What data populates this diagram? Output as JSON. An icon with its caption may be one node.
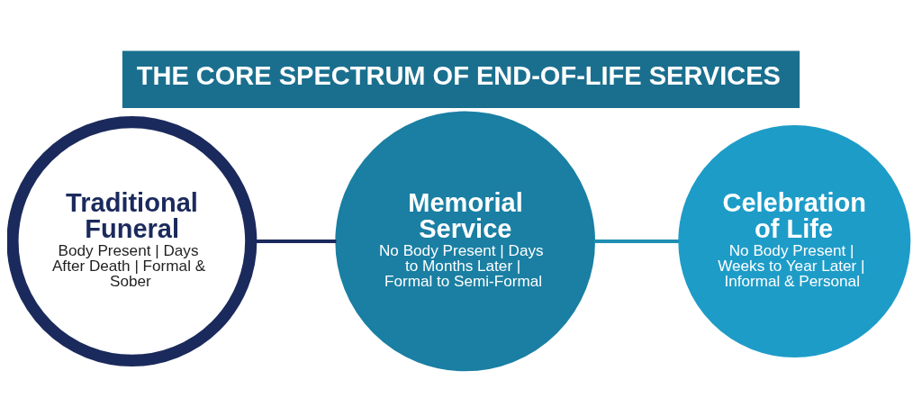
{
  "diagram": {
    "title": "THE CORE SPECTRUM OF END-OF-LIFE SERVICES",
    "nodes": [
      {
        "text": [
          "Traditional Funeral",
          "Body Present | Days After Death | Formal & Sober"
        ]
      },
      {
        "text": [
          "Memorial Service",
          "No Body Present | Days to Months Later | Formal to Semi-Formal"
        ]
      },
      {
        "text": [
          "Celebration of Life",
          "No Body Present | Weeks to Year Later | Informal & Personal"
        ]
      }
    ],
    "edges": [
      {
        "from": 0,
        "to": 1,
        "arrow": "none",
        "color": "#1b2a5c"
      },
      {
        "from": 1,
        "to": 2,
        "arrow": "none",
        "color": "#1e8fb3"
      }
    ]
  }
}
